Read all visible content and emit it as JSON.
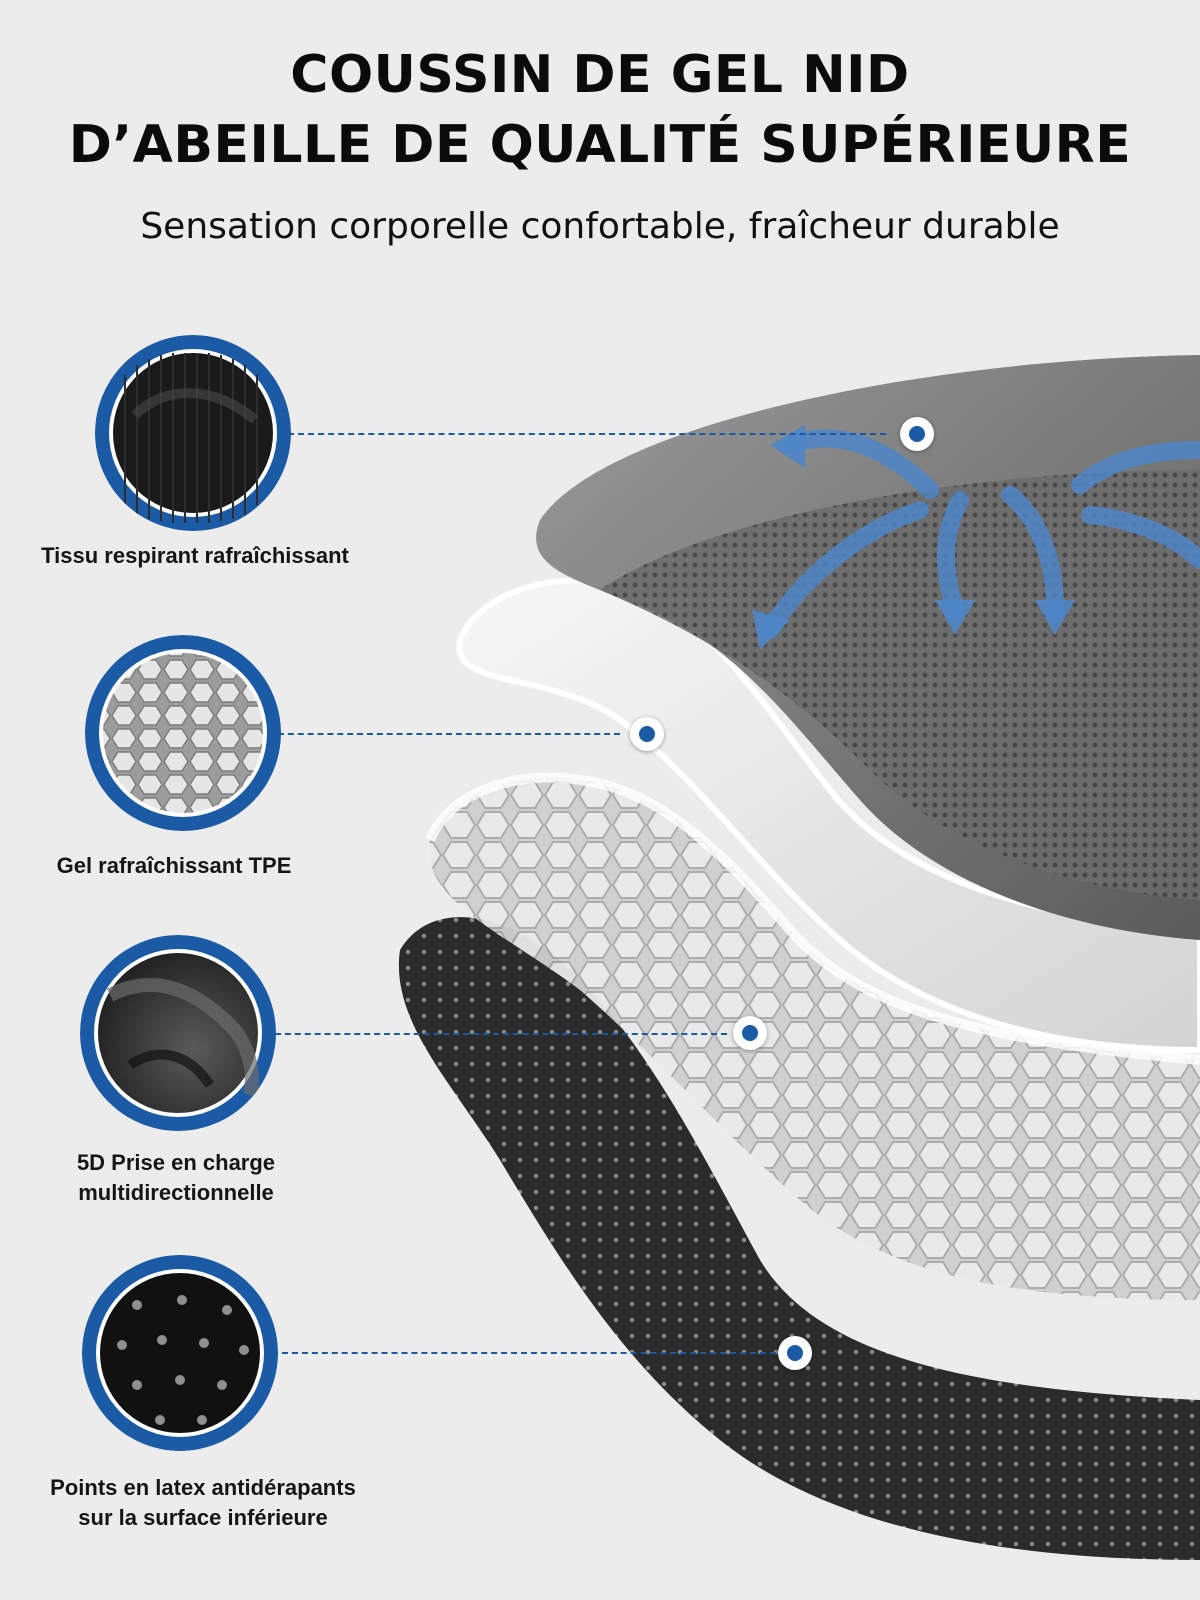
{
  "header": {
    "title_line1": "COUSSIN DE GEL NID",
    "title_line2": "D’ABEILLE DE QUALITÉ SUPÉRIEURE",
    "subtitle": "Sensation corporelle confortable, fraîcheur durable"
  },
  "layers": [
    {
      "label_lines": [
        "Tissu respirant rafraîchissant"
      ],
      "texture": "black-fabric"
    },
    {
      "label_lines": [
        "Gel rafraîchissant TPE"
      ],
      "texture": "honeycomb-gel"
    },
    {
      "label_lines": [
        "5D Prise en charge",
        "multidirectionnelle"
      ],
      "texture": "cushion-fold"
    },
    {
      "label_lines": [
        "Points en latex antidérapants",
        "sur la surface inférieure"
      ],
      "texture": "latex-dots"
    }
  ],
  "colors": {
    "background": "#ececec",
    "accent_blue": "#1b5aa5",
    "text": "#111111"
  }
}
